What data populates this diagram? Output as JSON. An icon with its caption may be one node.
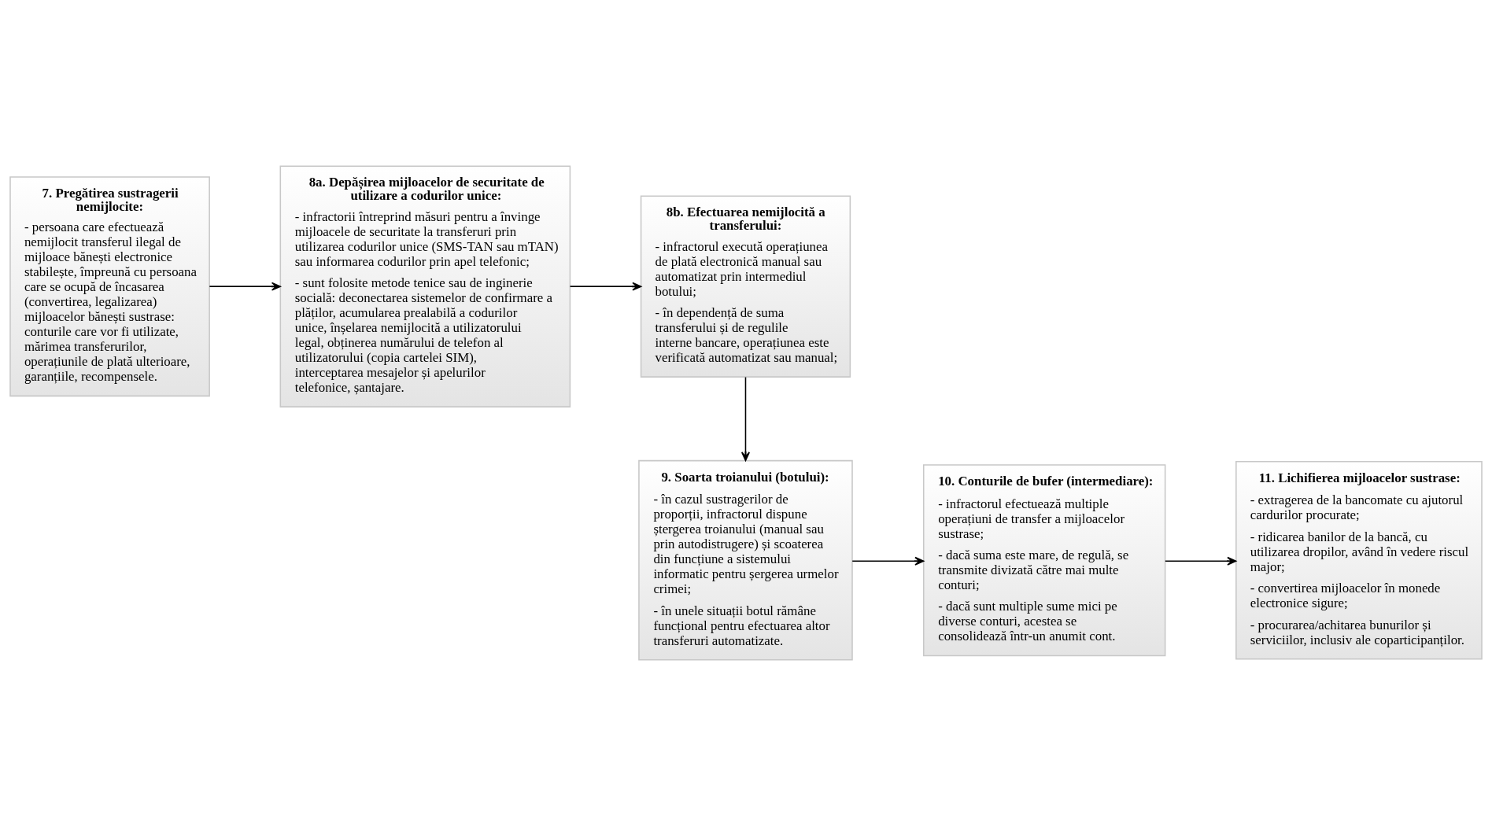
{
  "diagram": {
    "nodes": [
      {
        "text": [
          "7. Pregătirea sustragerii nemijlocite:",
          "- persoana care efectuează nemijlocit transferul ilegal de mijloace bănești electronice stabilește, împreună cu persoana care se ocupă de încasarea (convertirea, legalizarea) mijloacelor bănești sustrase: conturile care vor fi utilizate, mărimea transferurilor, operațiunile de plată ulterioare, garanțiile, recompensele."
        ]
      },
      {
        "text": [
          "8a. Depășirea mijloacelor de securitate de utilizare a codurilor unice:",
          "- infractorii întreprind măsuri pentru a învinge mijloacele de securitate la transferuri prin utilizarea codurilor unice (SMS-TAN sau mTAN) sau informarea codurilor prin apel telefonic;",
          "- sunt folosite metode tenice sau de inginerie socială: deconectarea sistemelor de confirmare a plăților, acumularea prealabilă a codurilor unice, înșelarea nemijlocită a utilizatorului legal, obținerea numărului de telefon al utilizatorului (copia cartelei SIM), interceptarea mesajelor și apelurilor telefonice, șantajare."
        ]
      },
      {
        "text": [
          "8b. Efectuarea nemijlocită a transferului:",
          "- infractorul execută operațiunea de plată electronică manual sau automatizat prin intermediul botului;",
          "- în dependență de suma transferului și de regulile interne bancare, operațiunea este verificată automatizat sau manual;"
        ]
      },
      {
        "text": [
          "9. Soarta troianului (botului):",
          "- în cazul sustragerilor de proporții, infractorul dispune ștergerea troianului (manual sau prin autodistrugere) și scoaterea din funcțiune a sistemului informatic pentru șergerea urmelor crimei;",
          "- în unele situații botul rămâne funcțional pentru efectuarea altor transferuri automatizate."
        ]
      },
      {
        "text": [
          "10. Conturile de bufer (intermediare):",
          "- infractorul efectuează multiple operațiuni de transfer a mijloacelor sustrase;",
          "- dacă suma este mare, de regulă, se transmite divizată către mai multe conturi;",
          "- dacă sunt multiple sume mici pe diverse conturi, acestea se consolidează într-un anumit cont."
        ]
      },
      {
        "text": [
          "11. Lichifierea mijloacelor sustrase:",
          "- extragerea de la bancomate cu ajutorul cardurilor procurate;",
          "- ridicarea banilor de la bancă, cu utilizarea dropilor, având în vedere riscul major;",
          "- convertirea mijloacelor în monede electronice sigure;",
          "- procurarea/achitarea bunurilor și serviciilor, inclusiv ale coparticipanților."
        ]
      }
    ],
    "edges": [
      {
        "from": 0,
        "to": 1,
        "arrow": "to"
      },
      {
        "from": 1,
        "to": 2,
        "arrow": "to"
      },
      {
        "from": 2,
        "to": 3,
        "arrow": "to"
      },
      {
        "from": 3,
        "to": 4,
        "arrow": "to"
      },
      {
        "from": 4,
        "to": 5,
        "arrow": "to"
      }
    ]
  }
}
